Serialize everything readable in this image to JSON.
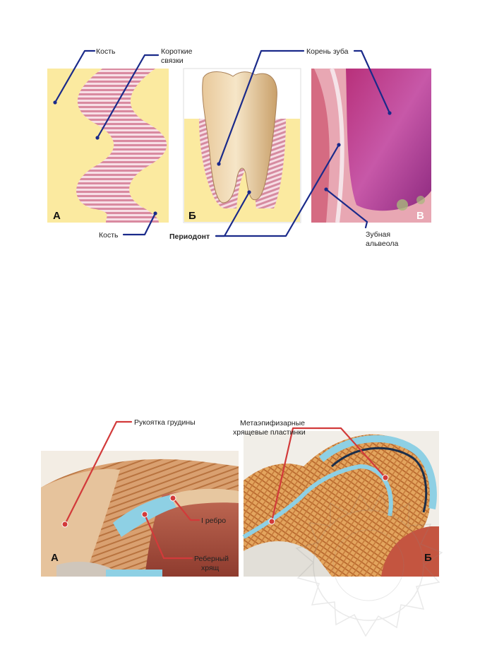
{
  "figure1": {
    "panel_letters": [
      "А",
      "Б",
      "В"
    ],
    "labels": {
      "bone_top": "Кость",
      "short_ligaments_1": "Короткие",
      "short_ligaments_2": "связки",
      "tooth_root": "Корень зуба",
      "bone_bottom": "Кость",
      "periodontium": "Периодонт",
      "alveolus_1": "Зубная",
      "alveolus_2": "альвеола"
    }
  },
  "figure2": {
    "panel_letters": [
      "А",
      "Б"
    ],
    "labels": {
      "manubrium": "Рукоятка грудины",
      "rib_1": "I ребро",
      "costal_cartilage_1": "Реберный",
      "costal_cartilage_2": "хрящ",
      "metaepiphyseal_1": "Метаэпифизарные",
      "metaepiphyseal_2": "хрящевые пластинки"
    }
  },
  "colors": {
    "bone_yellow": "#fbeaa0",
    "ligament_pink": "#d98aa0",
    "leader_blue": "#1a2a8a",
    "leader_red": "#d23a3a",
    "cartilage_blue": "#8ed0e4"
  }
}
